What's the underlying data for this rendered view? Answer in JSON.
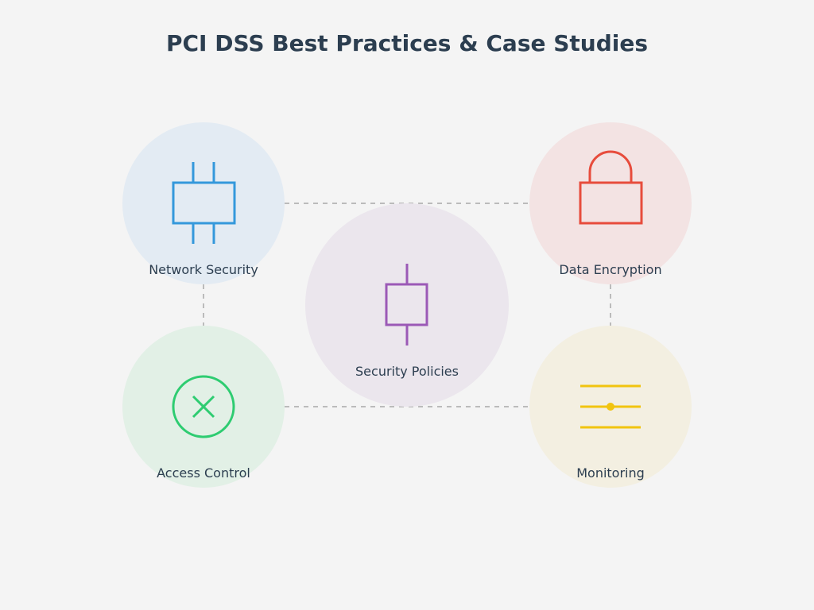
{
  "page": {
    "title": "PCI DSS Best Practices & Case Studies"
  },
  "nodes": {
    "network_security": {
      "label": "Network Security",
      "icon": "chip-icon",
      "color": "#3498db",
      "bg": "#e3ebf3"
    },
    "data_encryption": {
      "label": "Data Encryption",
      "icon": "lock-icon",
      "color": "#e74c3c",
      "bg": "#f3e3e3"
    },
    "security_policies": {
      "label": "Security Policies",
      "icon": "policy-document-icon",
      "color": "#9b59b6",
      "bg": "#ebe6ed"
    },
    "access_control": {
      "label": "Access Control",
      "icon": "x-circle-icon",
      "color": "#2ecc71",
      "bg": "#e2f0e6"
    },
    "monitoring": {
      "label": "Monitoring",
      "icon": "monitor-lines-icon",
      "color": "#f1c40f",
      "bg": "#f3efe1"
    }
  },
  "colors": {
    "background": "#f4f4f4",
    "text": "#2c3e50",
    "connector": "#bbbbbb"
  }
}
